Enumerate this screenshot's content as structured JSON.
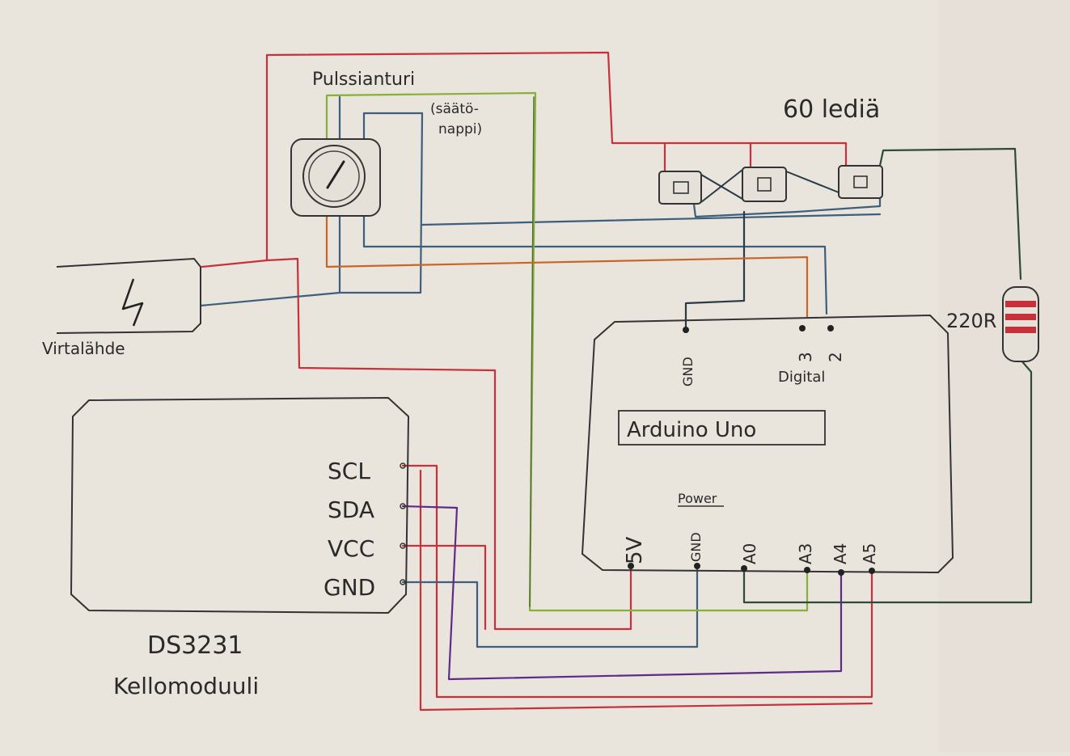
{
  "labels": {
    "pulse_sensor": "Pulssianturi",
    "adjust_knob_line1": "(säätö-",
    "adjust_knob_line2": "nappi)",
    "leds": "60 lediä",
    "power_source": "Virtalähde",
    "resistor": "220R",
    "arduino": "Arduino Uno",
    "digital_section": "Digital",
    "power_section": "Power",
    "pin_gnd_top": "GND",
    "pin_d3": "3",
    "pin_d2": "2",
    "pin_5v": "5V",
    "pin_gnd_bottom": "GND",
    "pin_a0": "A0",
    "pin_a3": "A3",
    "pin_a4": "A4",
    "pin_a5": "A5",
    "rtc_scl": "SCL",
    "rtc_sda": "SDA",
    "rtc_vcc": "VCC",
    "rtc_gnd": "GND",
    "rtc_model": "DS3231",
    "rtc_name": "Kellomoduuli"
  },
  "wire_colors": {
    "red": "#c8303a",
    "blue": "#3d5f7d",
    "green": "#86b03a",
    "orange": "#c8662a",
    "purple": "#5e2a8c",
    "black": "#2b2b2b",
    "paper": "#e9e4dc"
  }
}
